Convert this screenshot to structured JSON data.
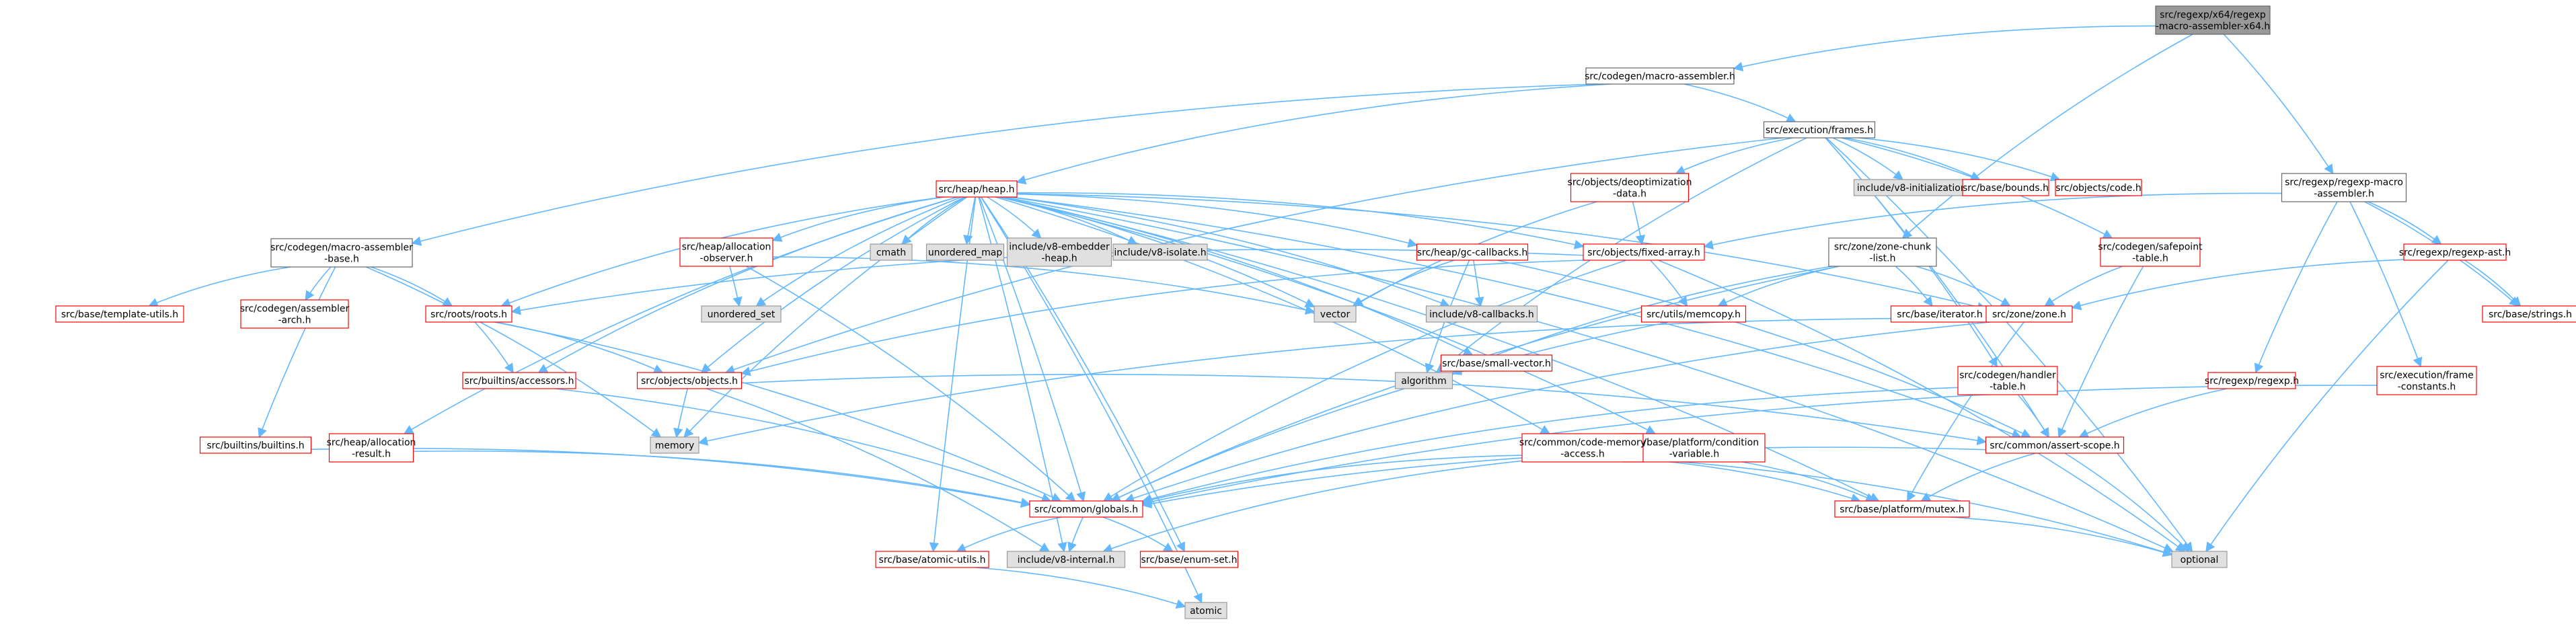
{
  "diagram": {
    "colors": {
      "edge": "#63b8ff",
      "edge_secondary": "#4b4b4b",
      "root_fill": "#999999",
      "root_border": "#666666",
      "documented_border": "#666666",
      "undocumented_border": "#ff0000",
      "external_fill": "#e0e0e0",
      "external_border": "#999999",
      "fill": "#ffffff"
    },
    "nodes": [
      {
        "id": "root",
        "lines": [
          "src/regexp/x64/regexp",
          "-macro-assembler-x64.h"
        ],
        "kind": "root"
      },
      {
        "id": "masm",
        "lines": [
          "src/codegen/macro-assembler.h"
        ],
        "kind": "doc"
      },
      {
        "id": "rmasm",
        "lines": [
          "src/regexp/regexp-macro",
          "-assembler.h"
        ],
        "kind": "doc"
      },
      {
        "id": "frames",
        "lines": [
          "src/execution/frames.h"
        ],
        "kind": "doc"
      },
      {
        "id": "heap",
        "lines": [
          "src/heap/heap.h"
        ],
        "kind": "undoc"
      },
      {
        "id": "masmbase",
        "lines": [
          "src/codegen/macro-assembler",
          "-base.h"
        ],
        "kind": "doc"
      },
      {
        "id": "deopt",
        "lines": [
          "src/objects/deoptimization",
          "-data.h"
        ],
        "kind": "undoc"
      },
      {
        "id": "v8init",
        "lines": [
          "include/v8-initialization.h"
        ],
        "kind": "ext"
      },
      {
        "id": "bounds",
        "lines": [
          "src/base/bounds.h"
        ],
        "kind": "undoc"
      },
      {
        "id": "code",
        "lines": [
          "src/objects/code.h"
        ],
        "kind": "undoc"
      },
      {
        "id": "zonechunk",
        "lines": [
          "src/zone/zone-chunk",
          "-list.h"
        ],
        "kind": "doc"
      },
      {
        "id": "safepoint",
        "lines": [
          "src/codegen/safepoint",
          "-table.h"
        ],
        "kind": "undoc"
      },
      {
        "id": "regexpast",
        "lines": [
          "src/regexp/regexp-ast.h"
        ],
        "kind": "undoc"
      },
      {
        "id": "templateutils",
        "lines": [
          "src/base/template-utils.h"
        ],
        "kind": "undoc"
      },
      {
        "id": "asmarch",
        "lines": [
          "src/codegen/assembler",
          "-arch.h"
        ],
        "kind": "undoc"
      },
      {
        "id": "roots",
        "lines": [
          "src/roots/roots.h"
        ],
        "kind": "undoc"
      },
      {
        "id": "allocobs",
        "lines": [
          "src/heap/allocation",
          "-observer.h"
        ],
        "kind": "undoc"
      },
      {
        "id": "cmath",
        "lines": [
          "cmath"
        ],
        "kind": "ext"
      },
      {
        "id": "umap",
        "lines": [
          "unordered_map"
        ],
        "kind": "ext"
      },
      {
        "id": "embedderheap",
        "lines": [
          "include/v8-embedder",
          "-heap.h"
        ],
        "kind": "ext"
      },
      {
        "id": "isolate",
        "lines": [
          "include/v8-isolate.h"
        ],
        "kind": "ext"
      },
      {
        "id": "gccb",
        "lines": [
          "src/heap/gc-callbacks.h"
        ],
        "kind": "undoc"
      },
      {
        "id": "fixedarray",
        "lines": [
          "src/objects/fixed-array.h"
        ],
        "kind": "undoc"
      },
      {
        "id": "vector",
        "lines": [
          "vector"
        ],
        "kind": "ext"
      },
      {
        "id": "v8callbacks",
        "lines": [
          "include/v8-callbacks.h"
        ],
        "kind": "ext"
      },
      {
        "id": "uset",
        "lines": [
          "unordered_set"
        ],
        "kind": "ext"
      },
      {
        "id": "smallvector",
        "lines": [
          "src/base/small-vector.h"
        ],
        "kind": "undoc"
      },
      {
        "id": "memcopy",
        "lines": [
          "src/utils/memcopy.h"
        ],
        "kind": "undoc"
      },
      {
        "id": "iterator",
        "lines": [
          "src/base/iterator.h"
        ],
        "kind": "undoc"
      },
      {
        "id": "zone",
        "lines": [
          "src/zone/zone.h"
        ],
        "kind": "undoc"
      },
      {
        "id": "strings",
        "lines": [
          "src/base/strings.h"
        ],
        "kind": "undoc"
      },
      {
        "id": "accessors",
        "lines": [
          "src/builtins/accessors.h"
        ],
        "kind": "undoc"
      },
      {
        "id": "objects",
        "lines": [
          "src/objects/objects.h"
        ],
        "kind": "undoc"
      },
      {
        "id": "algorithm",
        "lines": [
          "algorithm"
        ],
        "kind": "ext"
      },
      {
        "id": "handler",
        "lines": [
          "src/codegen/handler",
          "-table.h"
        ],
        "kind": "undoc"
      },
      {
        "id": "regexp",
        "lines": [
          "src/regexp/regexp.h"
        ],
        "kind": "undoc"
      },
      {
        "id": "frameconst",
        "lines": [
          "src/execution/frame",
          "-constants.h"
        ],
        "kind": "undoc"
      },
      {
        "id": "builtins",
        "lines": [
          "src/builtins/builtins.h"
        ],
        "kind": "undoc"
      },
      {
        "id": "allocres",
        "lines": [
          "src/heap/allocation",
          "-result.h"
        ],
        "kind": "undoc"
      },
      {
        "id": "memory",
        "lines": [
          "memory"
        ],
        "kind": "ext"
      },
      {
        "id": "condvar",
        "lines": [
          "src/base/platform/condition",
          "-variable.h"
        ],
        "kind": "undoc"
      },
      {
        "id": "codemem",
        "lines": [
          "src/common/code-memory",
          "-access.h"
        ],
        "kind": "undoc"
      },
      {
        "id": "assertscope",
        "lines": [
          "src/common/assert-scope.h"
        ],
        "kind": "undoc"
      },
      {
        "id": "globals",
        "lines": [
          "src/common/globals.h"
        ],
        "kind": "undoc"
      },
      {
        "id": "mutex",
        "lines": [
          "src/base/platform/mutex.h"
        ],
        "kind": "undoc"
      },
      {
        "id": "atomicutils",
        "lines": [
          "src/base/atomic-utils.h"
        ],
        "kind": "undoc"
      },
      {
        "id": "v8internal",
        "lines": [
          "include/v8-internal.h"
        ],
        "kind": "ext"
      },
      {
        "id": "enumset",
        "lines": [
          "src/base/enum-set.h"
        ],
        "kind": "undoc"
      },
      {
        "id": "optional",
        "lines": [
          "optional"
        ],
        "kind": "ext"
      },
      {
        "id": "atomic",
        "lines": [
          "atomic"
        ],
        "kind": "ext"
      }
    ],
    "edges": [
      [
        "root",
        "masm"
      ],
      [
        "root",
        "rmasm"
      ],
      [
        "root",
        "zonechunk"
      ],
      [
        "masm",
        "frames"
      ],
      [
        "masm",
        "heap"
      ],
      [
        "masm",
        "masmbase"
      ],
      [
        "rmasm",
        "regexpast"
      ],
      [
        "rmasm",
        "fixedarray"
      ],
      [
        "rmasm",
        "regexp"
      ],
      [
        "rmasm",
        "frameconst"
      ],
      [
        "rmasm",
        "strings"
      ],
      [
        "frames",
        "deopt"
      ],
      [
        "frames",
        "v8init"
      ],
      [
        "frames",
        "bounds"
      ],
      [
        "frames",
        "code"
      ],
      [
        "frames",
        "safepoint"
      ],
      [
        "frames",
        "objects"
      ],
      [
        "frames",
        "handler"
      ],
      [
        "frames",
        "algorithm"
      ],
      [
        "frames",
        "optional"
      ],
      [
        "frames",
        "assertscope"
      ],
      [
        "heap",
        "allocobs"
      ],
      [
        "heap",
        "cmath"
      ],
      [
        "heap",
        "umap"
      ],
      [
        "heap",
        "embedderheap"
      ],
      [
        "heap",
        "isolate"
      ],
      [
        "heap",
        "gccb"
      ],
      [
        "heap",
        "fixedarray"
      ],
      [
        "heap",
        "vector"
      ],
      [
        "heap",
        "v8callbacks"
      ],
      [
        "heap",
        "uset"
      ],
      [
        "heap",
        "smallvector"
      ],
      [
        "heap",
        "roots"
      ],
      [
        "heap",
        "accessors"
      ],
      [
        "heap",
        "objects"
      ],
      [
        "heap",
        "allocres"
      ],
      [
        "heap",
        "memory"
      ],
      [
        "heap",
        "globals"
      ],
      [
        "heap",
        "codemem"
      ],
      [
        "heap",
        "atomicutils"
      ],
      [
        "heap",
        "v8internal"
      ],
      [
        "heap",
        "enumset"
      ],
      [
        "heap",
        "atomic"
      ],
      [
        "heap",
        "optional"
      ],
      [
        "heap",
        "assertscope"
      ],
      [
        "heap",
        "mutex"
      ],
      [
        "heap",
        "zone"
      ],
      [
        "heap",
        "condvar"
      ],
      [
        "masmbase",
        "templateutils"
      ],
      [
        "masmbase",
        "asmarch"
      ],
      [
        "masmbase",
        "roots"
      ],
      [
        "masmbase",
        "builtins"
      ],
      [
        "masmbase",
        "memory"
      ],
      [
        "deopt",
        "fixedarray"
      ],
      [
        "deopt",
        "vector"
      ],
      [
        "zonechunk",
        "iterator"
      ],
      [
        "zonechunk",
        "zone"
      ],
      [
        "zonechunk",
        "memcopy"
      ],
      [
        "zonechunk",
        "algorithm"
      ],
      [
        "zonechunk",
        "globals"
      ],
      [
        "safepoint",
        "zone"
      ],
      [
        "safepoint",
        "assertscope"
      ],
      [
        "regexpast",
        "zone"
      ],
      [
        "regexpast",
        "strings"
      ],
      [
        "regexpast",
        "optional"
      ],
      [
        "roots",
        "objects"
      ],
      [
        "roots",
        "accessors"
      ],
      [
        "roots",
        "globals"
      ],
      [
        "allocobs",
        "vector"
      ],
      [
        "allocobs",
        "uset"
      ],
      [
        "allocobs",
        "globals"
      ],
      [
        "gccb",
        "v8callbacks"
      ],
      [
        "gccb",
        "vector"
      ],
      [
        "gccb",
        "algorithm"
      ],
      [
        "gccb",
        "assertscope"
      ],
      [
        "fixedarray",
        "roots"
      ],
      [
        "fixedarray",
        "memcopy"
      ],
      [
        "fixedarray",
        "objects"
      ],
      [
        "fixedarray",
        "optional"
      ],
      [
        "fixedarray",
        "globals"
      ],
      [
        "smallvector",
        "algorithm"
      ],
      [
        "memcopy",
        "globals"
      ],
      [
        "zone",
        "memory"
      ],
      [
        "zone",
        "globals"
      ],
      [
        "zone",
        "mutex"
      ],
      [
        "accessors",
        "globals"
      ],
      [
        "objects",
        "memory"
      ],
      [
        "objects",
        "assertscope"
      ],
      [
        "objects",
        "v8internal"
      ],
      [
        "handler",
        "assertscope"
      ],
      [
        "handler",
        "globals"
      ],
      [
        "regexp",
        "assertscope"
      ],
      [
        "frameconst",
        "globals"
      ],
      [
        "builtins",
        "globals"
      ],
      [
        "allocres",
        "globals"
      ],
      [
        "condvar",
        "mutex"
      ],
      [
        "codemem",
        "globals"
      ],
      [
        "codemem",
        "mutex"
      ],
      [
        "codemem",
        "v8internal"
      ],
      [
        "codemem",
        "optional"
      ],
      [
        "assertscope",
        "globals"
      ],
      [
        "assertscope",
        "mutex"
      ],
      [
        "assertscope",
        "optional"
      ],
      [
        "globals",
        "atomicutils"
      ],
      [
        "globals",
        "v8internal"
      ],
      [
        "globals",
        "enumset"
      ],
      [
        "mutex",
        "optional"
      ],
      [
        "atomicutils",
        "atomic"
      ]
    ]
  }
}
